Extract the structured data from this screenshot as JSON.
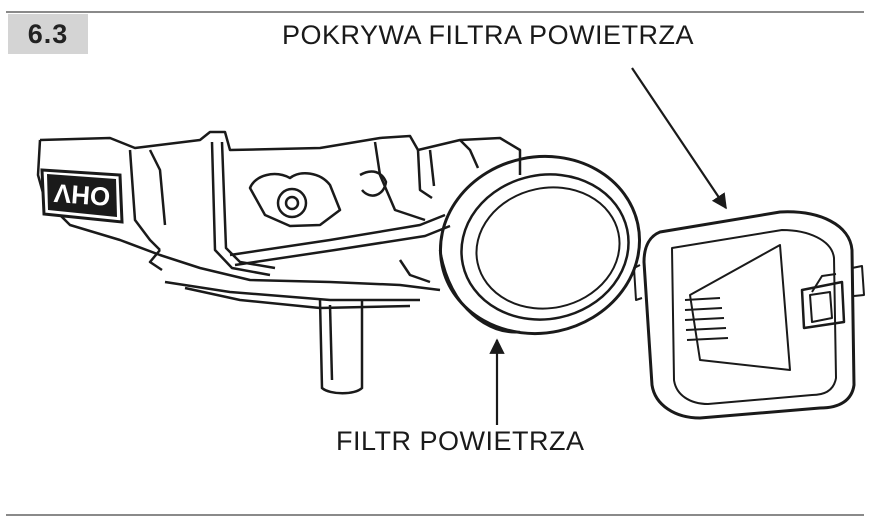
{
  "figure": {
    "number": "6.3",
    "labels": {
      "cover": "POKRYWA FILTRA POWIETRZA",
      "filter": "FILTR POWIETRZA"
    },
    "engine_badge": "OHV"
  }
}
